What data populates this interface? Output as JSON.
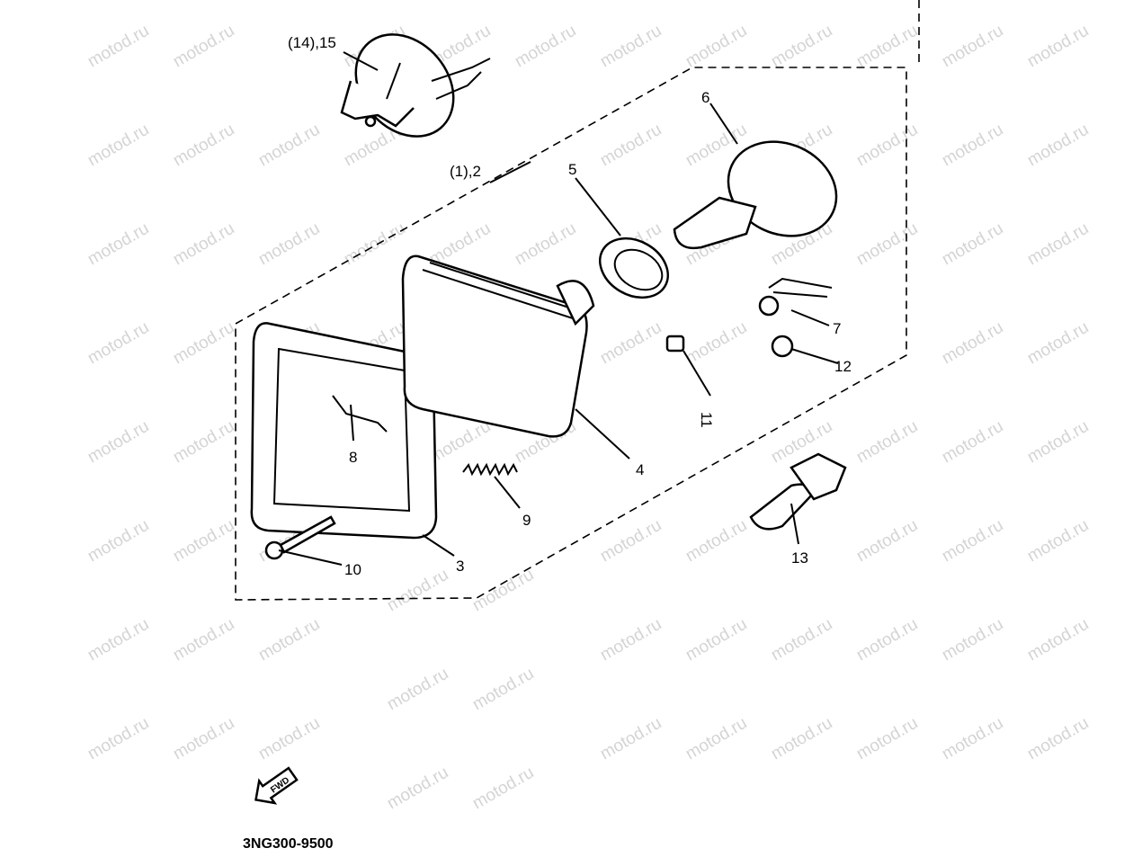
{
  "watermark": "motod.ru",
  "diagram_code": "3NG300-9500",
  "fwd_arrow_label": "FWD",
  "callouts": {
    "meter": "(14),15",
    "headlight_assy": "(1),2",
    "rim": "3",
    "lens_unit": "4",
    "seal": "5",
    "bulb_socket": "6",
    "socket_cord": "7",
    "spring_clip": "8",
    "spring": "9",
    "bolt": "10",
    "nut": "11",
    "aux_bulb": "12",
    "main_bulb": "13"
  }
}
